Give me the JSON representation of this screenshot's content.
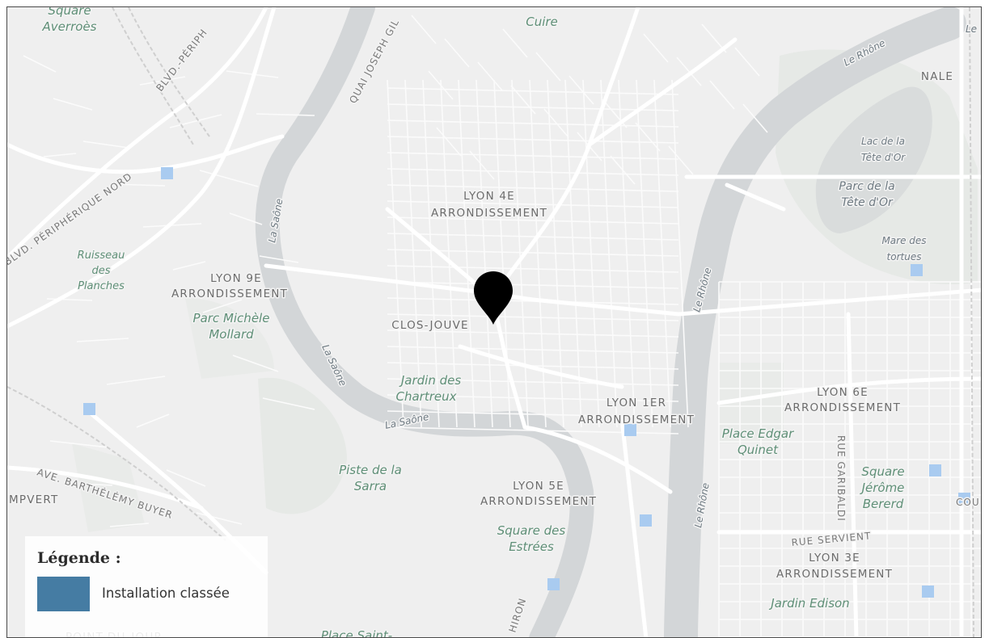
{
  "map": {
    "districts": [
      "LYON 4E",
      "ARRONDISSEMENT",
      "LYON 9E",
      "ARRONDISSEMENT",
      "LYON 1ER",
      "ARRONDISSEMENT",
      "LYON 5E",
      "ARRONDISSEMENT",
      "LYON 6E",
      "ARRONDISSEMENT",
      "LYON 3E",
      "ARRONDISSEMENT",
      "CLOS-JOUVE",
      "NALE",
      "POINT-DU-JOUR",
      "MPVERT"
    ],
    "parks": [
      "Square",
      "Averroès",
      "Cuire",
      "Parc Michèle",
      "Mollard",
      "Jardin des",
      "Chartreux",
      "Piste de la",
      "Sarra",
      "Square des",
      "Estrées",
      "Place Edgar",
      "Quinet",
      "Square",
      "Jérôme",
      "Bererd",
      "Jardin Edison",
      "Place Saint-",
      "Ruisseau",
      "des",
      "Planches"
    ],
    "water": [
      "Le Rhône",
      "La Saône",
      "La Saône",
      "La Saône",
      "Le Rhône",
      "Le Rhône",
      "Lac de la",
      "Tête d'Or",
      "Mare des",
      "tortues",
      "Parc de la",
      "Tête d'Or"
    ],
    "streets": [
      "BLVD. PÉRIPHÉRIQUE NORD",
      "BLVD.-PÉRIPH",
      "QUAI JOSEPH GIL",
      "AVE. BARTHÉLÉMY BUYER",
      "RUE SERVIENT",
      "RUE GARIBALDI",
      "COU",
      "HIRON",
      "Le"
    ],
    "marker_color": "#000000",
    "installation_color": "#a9cbf0"
  },
  "legend": {
    "title": "Légende :",
    "items": [
      {
        "label": "Installation classée",
        "color": "#457ca3"
      }
    ]
  }
}
